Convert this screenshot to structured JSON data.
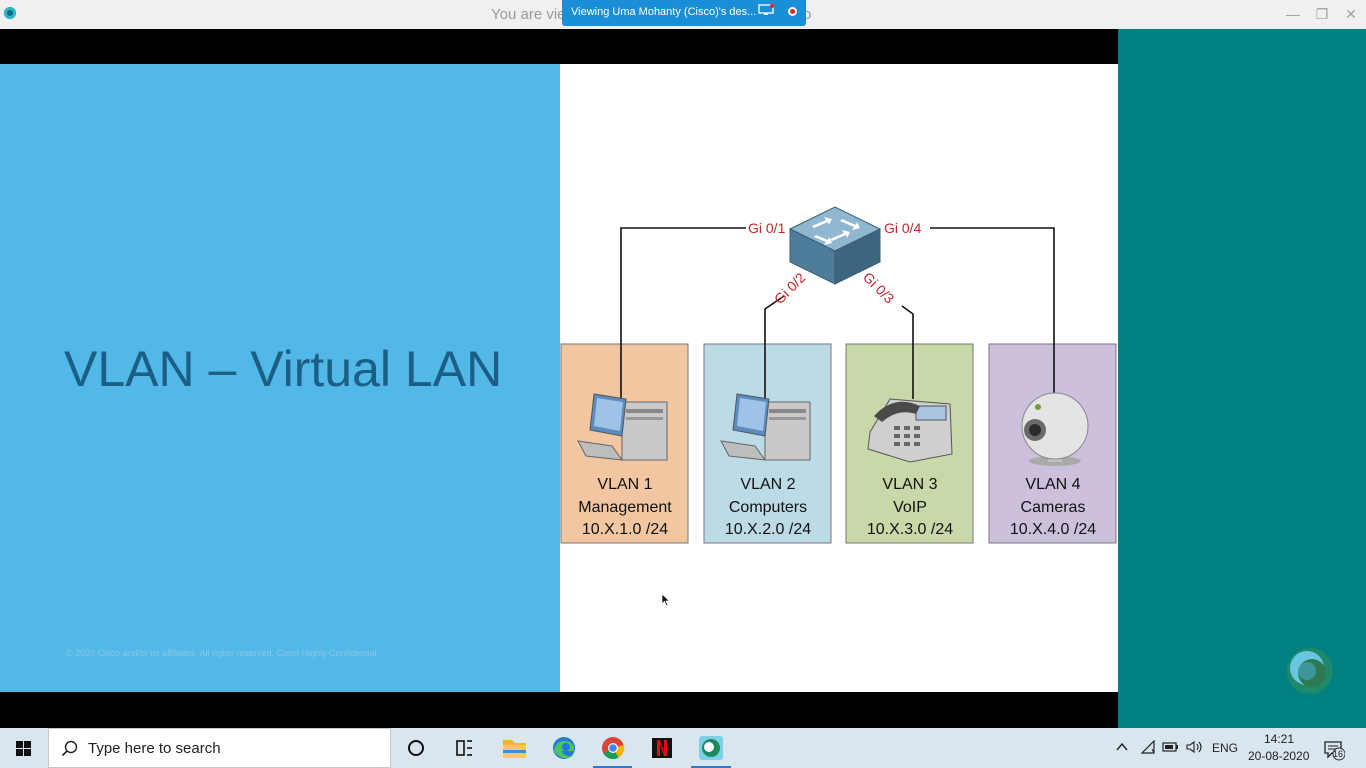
{
  "window": {
    "title_partial": "You are vie",
    "title_tail": "o",
    "share_banner": "Viewing Uma Mohanty (Cisco)'s des...",
    "controls": {
      "minimize": "—",
      "restore": "❐",
      "close": "✕"
    }
  },
  "slide": {
    "title": "VLAN – Virtual LAN",
    "footer": "© 2020  Cisco and/or its affiliates. All rights reserved.   Cisco Highly Confidential"
  },
  "diagram": {
    "ports": [
      "Gi 0/1",
      "Gi 0/2",
      "Gi 0/3",
      "Gi 0/4"
    ],
    "vlans": [
      {
        "name": "VLAN 1",
        "role": "Management",
        "subnet": "10.X.1.0 /24",
        "color": "#f2c6a0",
        "icon": "computer-icon"
      },
      {
        "name": "VLAN 2",
        "role": "Computers",
        "subnet": "10.X.2.0 /24",
        "color": "#bcdbe6",
        "icon": "computer-icon"
      },
      {
        "name": "VLAN 3",
        "role": "VoIP",
        "subnet": "10.X.3.0 /24",
        "color": "#c8d8a8",
        "icon": "ip-phone-icon"
      },
      {
        "name": "VLAN 4",
        "role": "Cameras",
        "subnet": "10.X.4.0 /24",
        "color": "#ccc0dc",
        "icon": "camera-icon"
      }
    ]
  },
  "taskbar": {
    "search_placeholder": "Type here to search",
    "apps": [
      "cortana-icon",
      "task-view-icon",
      "file-explorer-icon",
      "edge-icon",
      "chrome-icon",
      "netflix-icon",
      "webex-icon"
    ],
    "language": "ENG",
    "time": "14:21",
    "date": "20-08-2020",
    "notifications": "16"
  }
}
